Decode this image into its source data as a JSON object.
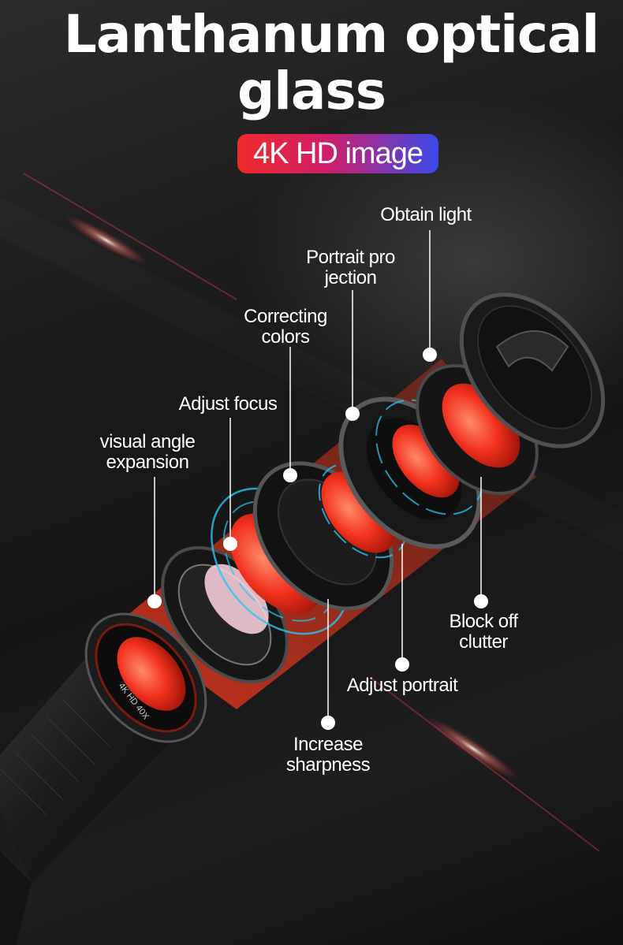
{
  "heading": {
    "line1": "Lanthanum optical",
    "line2": "glass"
  },
  "badge": "4K HD image",
  "callouts": {
    "obtain_light": "Obtain light",
    "portrait_projection": [
      "Portrait pro",
      "jection"
    ],
    "correcting_colors": [
      "Correcting",
      "colors"
    ],
    "adjust_focus": "Adjust focus",
    "visual_angle": [
      "visual angle",
      "expansion"
    ],
    "block_off": [
      "Block off",
      "clutter"
    ],
    "adjust_portrait": "Adjust portrait",
    "increase_sharpness": [
      "Increase",
      "sharpness"
    ]
  },
  "lens_print": "4K HD 40X",
  "colors": {
    "accent_red": "#ef2a2a",
    "accent_blue": "#3a49e8",
    "glow_cyan": "#27c6f2"
  }
}
